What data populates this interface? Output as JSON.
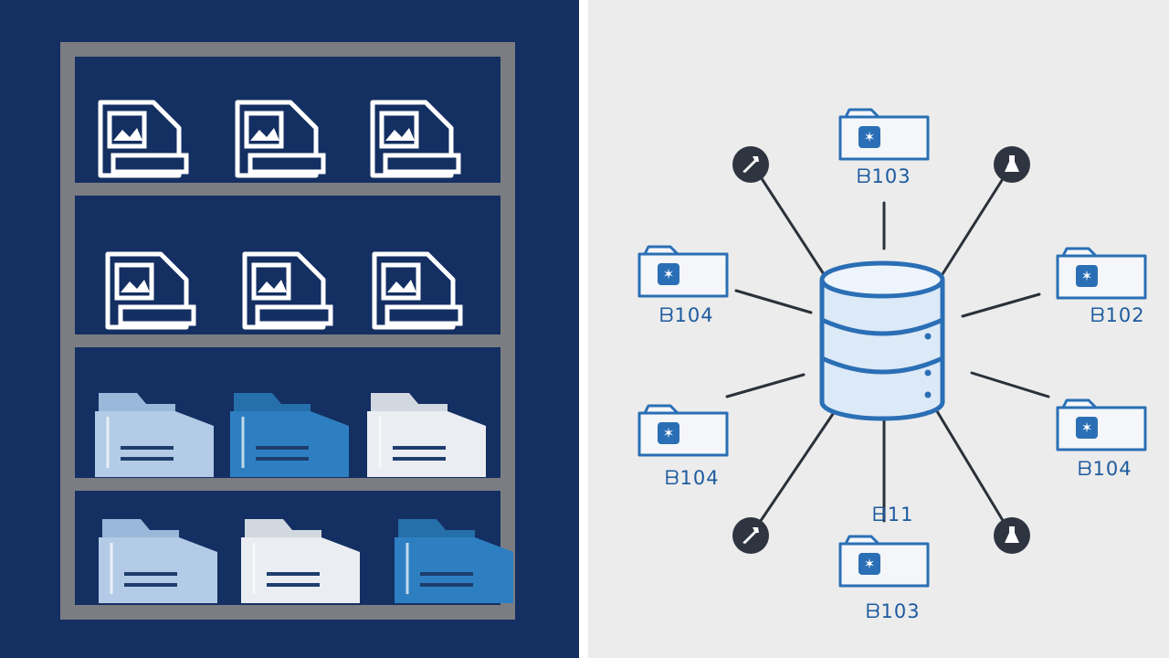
{
  "colors": {
    "left_panel": "#142f62",
    "right_panel": "#ececec",
    "shelf_frame": "#7b7d82",
    "outline_white": "#ffffff",
    "folder_light_blue": "#b3cbe6",
    "folder_mid_blue": "#2e7fc1",
    "folder_white": "#eaedf2",
    "diagram_blue": "#2a6fb5",
    "db_fill": "#dce9f6",
    "connector": "#2b313a",
    "node_dark": "#2f3540"
  },
  "shelves": [
    {
      "items": [
        {
          "kind": "document-icon"
        },
        {
          "kind": "document-icon"
        },
        {
          "kind": "document-icon"
        }
      ]
    },
    {
      "items": [
        {
          "kind": "document-icon"
        },
        {
          "kind": "document-icon"
        },
        {
          "kind": "document-icon"
        }
      ]
    },
    {
      "items": [
        {
          "kind": "folder",
          "color": "folder_light_blue"
        },
        {
          "kind": "folder",
          "color": "folder_mid_blue"
        },
        {
          "kind": "folder",
          "color": "folder_white"
        }
      ]
    },
    {
      "items": [
        {
          "kind": "folder",
          "color": "folder_light_blue"
        },
        {
          "kind": "folder",
          "color": "folder_white"
        },
        {
          "kind": "folder",
          "color": "folder_mid_blue"
        }
      ]
    }
  ],
  "diagram": {
    "center": {
      "icon": "database-icon"
    },
    "folder_nodes": [
      {
        "label": "ᗷ103",
        "icon": "folder-icon"
      },
      {
        "label": "ᗷ104",
        "icon": "folder-icon"
      },
      {
        "label": "ᗷ102",
        "icon": "folder-icon"
      },
      {
        "label": "ᗷ104",
        "icon": "folder-icon"
      },
      {
        "label": "ᗷ104",
        "icon": "folder-icon"
      },
      {
        "label": "ᗷ103",
        "icon": "folder-icon"
      }
    ],
    "extra_labels": [
      {
        "label": "ᗷ11"
      }
    ],
    "dark_nodes": [
      {
        "icon": "wrench-icon"
      },
      {
        "icon": "flask-icon"
      },
      {
        "icon": "wrench-icon"
      },
      {
        "icon": "flask-icon"
      }
    ]
  }
}
